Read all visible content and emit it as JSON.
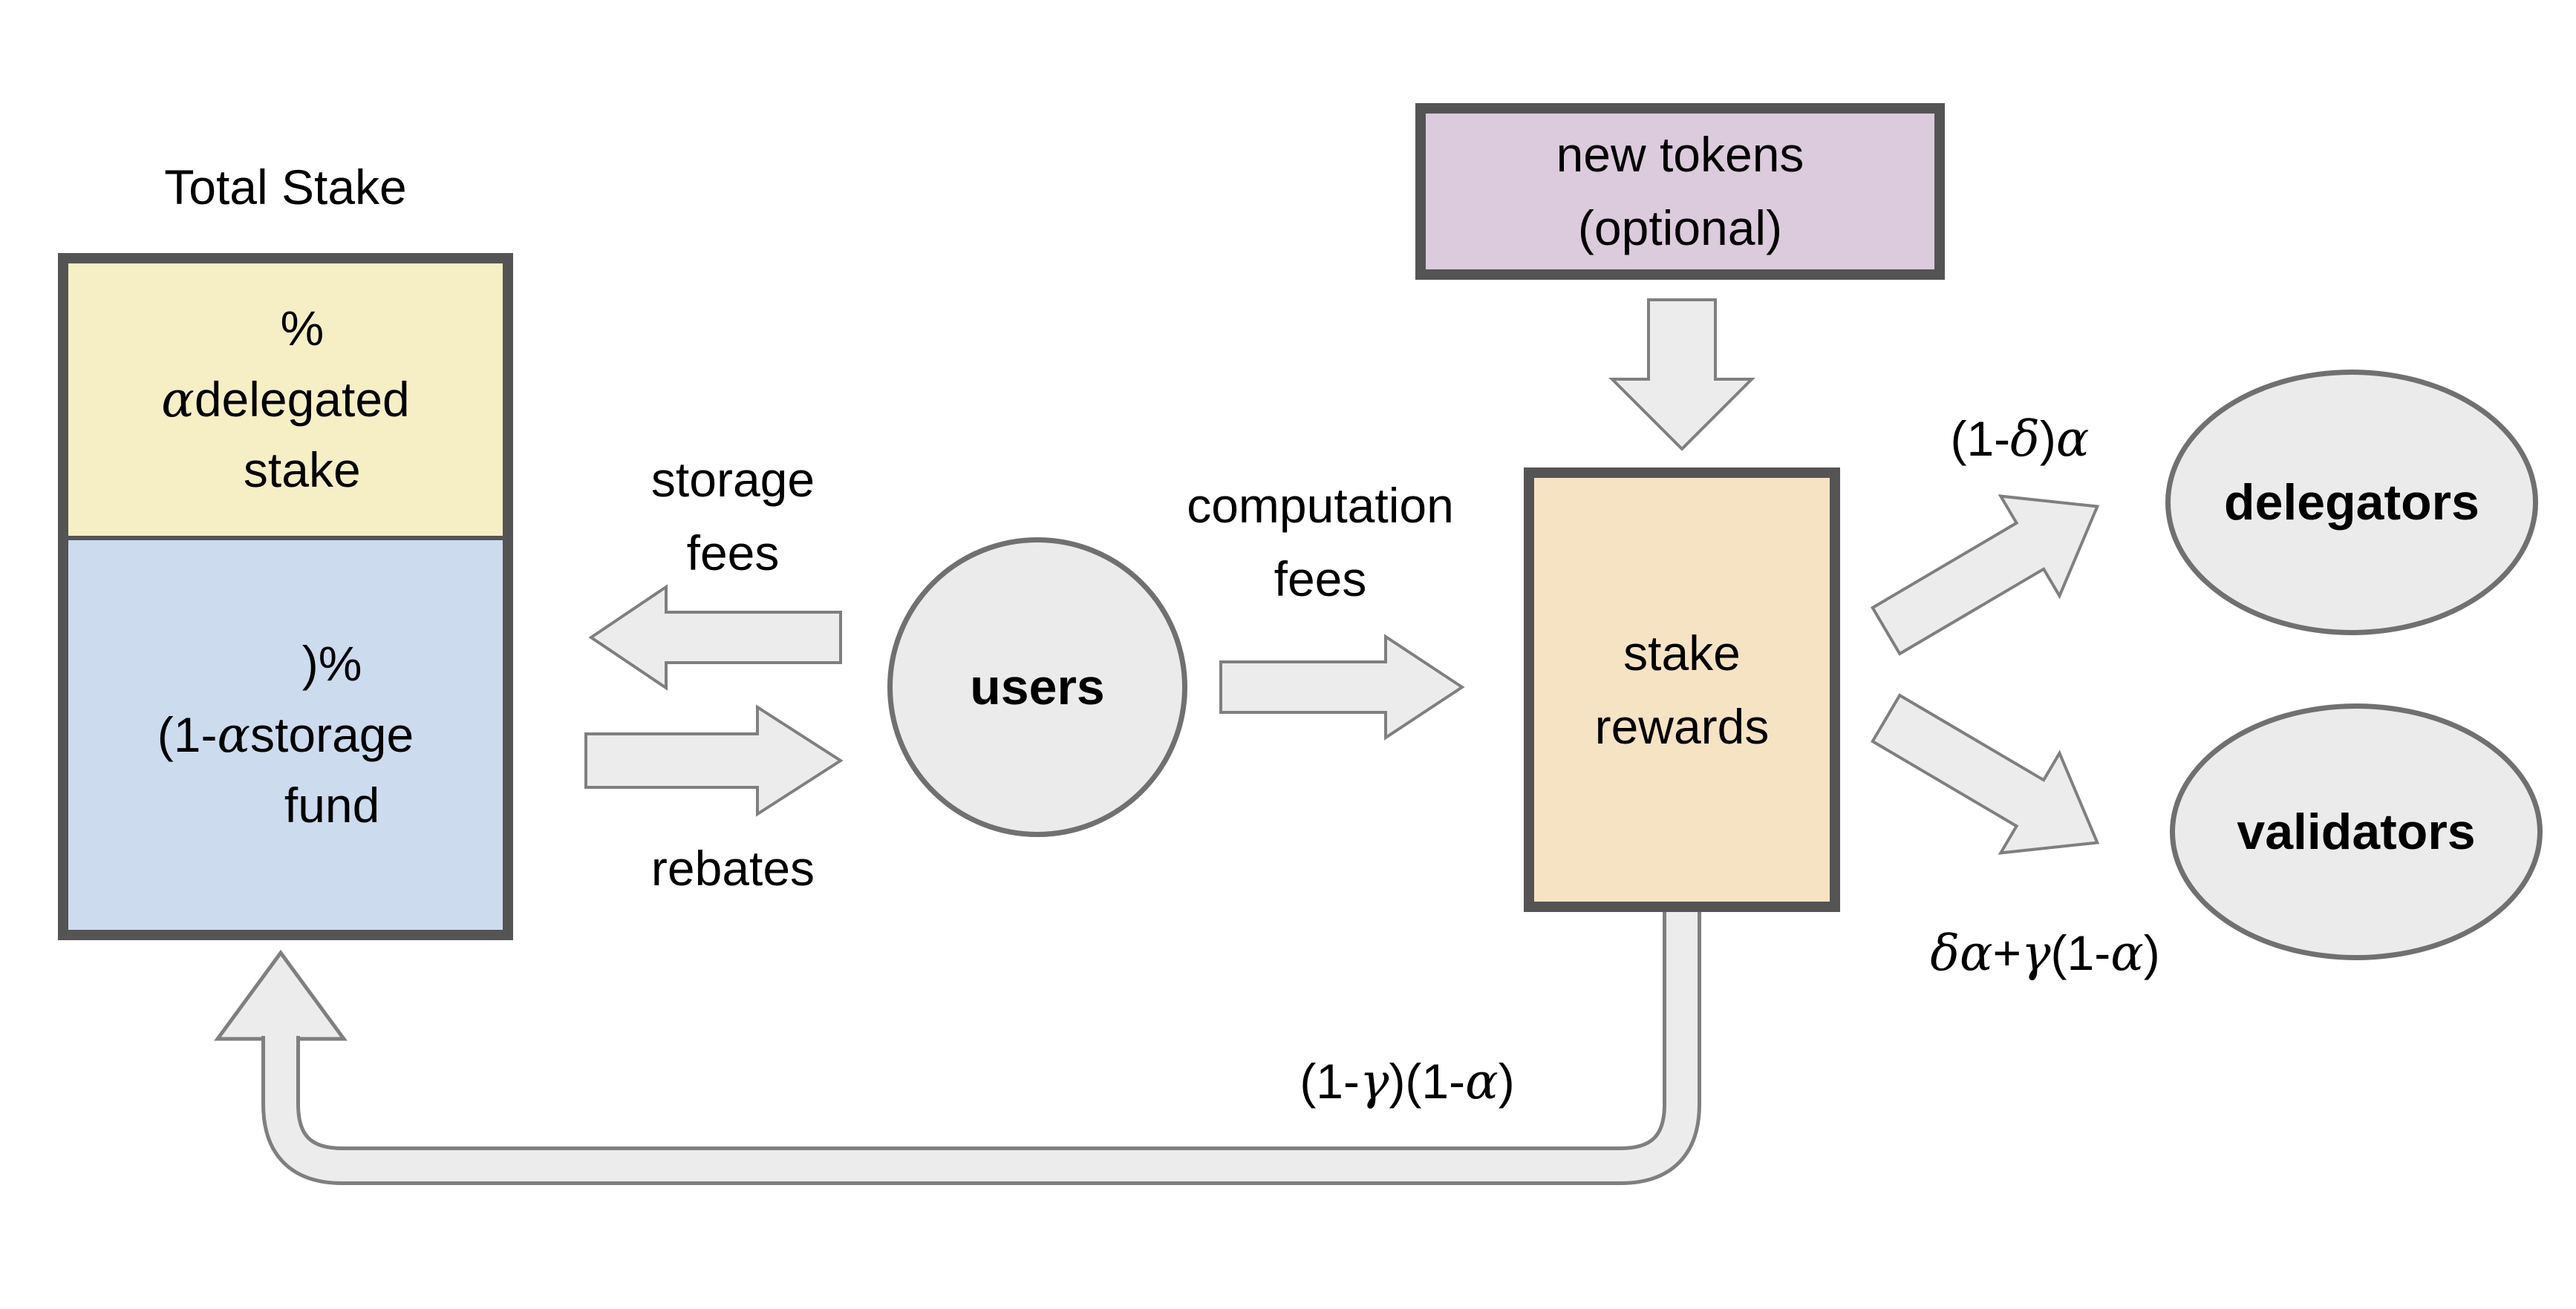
{
  "diagram": {
    "total_stake": {
      "title": "Total Stake",
      "delegated_stake": "α%\ndelegated\nstake",
      "storage_fund": "(1-α)%\nstorage\nfund"
    },
    "nodes": {
      "users": "users",
      "stake_rewards": "stake\nrewards",
      "new_tokens": "new tokens\n(optional)",
      "delegators": "delegators",
      "validators": "validators"
    },
    "flow_labels": {
      "storage_fees": "storage\nfees",
      "rebates": "rebates",
      "computation_fees": "computation\nfees",
      "delegators_share": "(1-δ)α",
      "validators_share": "δα+γ(1-α)",
      "storage_fund_return": "(1-γ)(1-α)"
    },
    "colors": {
      "delegated_stake_fill": "#f6eec5",
      "storage_fund_fill": "#ccdbee",
      "stake_rewards_fill": "#f6e3c3",
      "new_tokens_fill": "#dccadd",
      "node_fill": "#ebebeb",
      "arrow_fill": "#ececec",
      "arrow_stroke": "#7f7f7f",
      "box_border": "#545454",
      "node_border": "#707070",
      "text": "#000000"
    }
  }
}
